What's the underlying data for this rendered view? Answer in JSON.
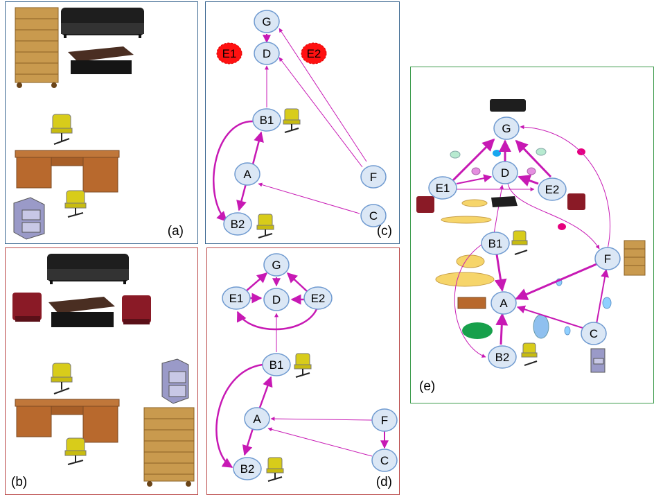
{
  "panels": {
    "a": {
      "label": "(a)"
    },
    "b": {
      "label": "(b)"
    },
    "c": {
      "label": "(c)",
      "nodes": {
        "G": "G",
        "D": "D",
        "E1": "E1",
        "E2": "E2",
        "B1": "B1",
        "A": "A",
        "B2": "B2",
        "F": "F",
        "C": "C"
      }
    },
    "d": {
      "label": "(d)",
      "nodes": {
        "G": "G",
        "D": "D",
        "E1": "E1",
        "E2": "E2",
        "B1": "B1",
        "A": "A",
        "B2": "B2",
        "F": "F",
        "C": "C"
      }
    },
    "e": {
      "label": "(e)",
      "nodes": {
        "G": "G",
        "D": "D",
        "E1": "E1",
        "E2": "E2",
        "B1": "B1",
        "A": "A",
        "B2": "B2",
        "F": "F",
        "C": "C"
      }
    }
  },
  "colors": {
    "edge": "#c719b4",
    "node_fill": "#dbe7f5",
    "node_stroke": "#6f9ad0",
    "error_fill": "#ff1111",
    "border_blue": "#3a6690",
    "border_red": "#b94545",
    "border_green": "#3a9a4a",
    "chair": "#d8cc1a",
    "wood": "#b4763a",
    "sofa": "#1e1e1e"
  }
}
